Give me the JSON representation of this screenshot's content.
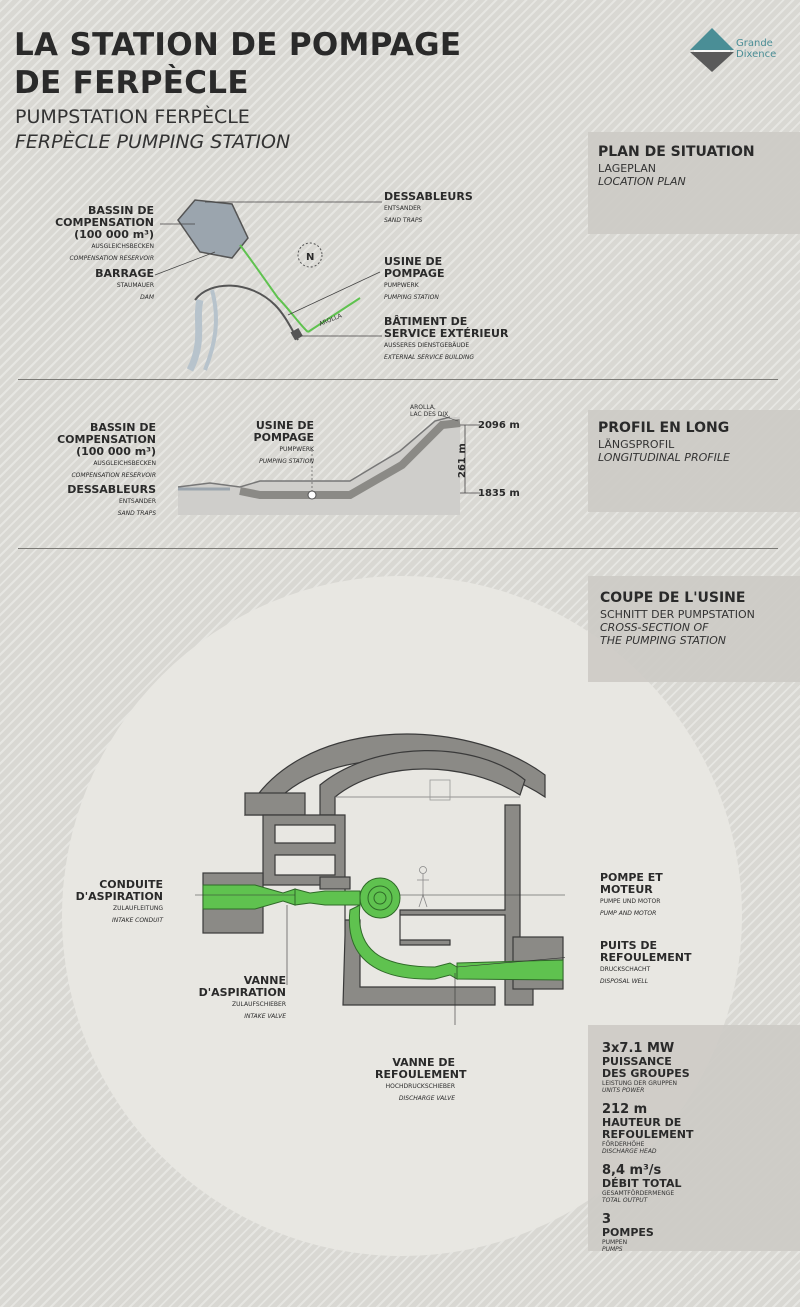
{
  "header": {
    "title_line1": "LA STATION DE POMPAGE",
    "title_line2": "DE FERPÈCLE",
    "subtitle_de": "PUMPSTATION FERPÈCLE",
    "subtitle_en": "FERPÈCLE PUMPING STATION",
    "logo_line1": "Grande",
    "logo_line2": "Dixence"
  },
  "colors": {
    "accent_green": "#5fc24f",
    "wall_gray": "#8b8a86",
    "panel": "#cdcbc5"
  },
  "location_plan": {
    "card_title": "PLAN DE SITUATION",
    "card_de": "LAGEPLAN",
    "card_en": "LOCATION PLAN",
    "compass": "N",
    "road": "AROLLA",
    "labels": {
      "reservoir": {
        "fr1": "BASSIN DE",
        "fr2": "COMPENSATION",
        "fr3": "(100 000 m³)",
        "de": "AUSGLEICHSBECKEN",
        "en": "COMPENSATION RESERVOIR"
      },
      "dam": {
        "fr": "BARRAGE",
        "de": "STAUMAUER",
        "en": "DAM"
      },
      "sand_traps": {
        "fr": "DESSABLEURS",
        "de": "ENTSANDER",
        "en": "SAND TRAPS"
      },
      "pumping_station": {
        "fr1": "USINE DE",
        "fr2": "POMPAGE",
        "de": "PUMPWERK",
        "en": "PUMPING STATION"
      },
      "service_building": {
        "fr1": "BÂTIMENT DE",
        "fr2": "SERVICE EXTÉRIEUR",
        "de": "AUSSERES DIENSTGEBÄUDE",
        "en": "EXTERNAL SERVICE BUILDING"
      }
    }
  },
  "profile": {
    "card_title": "PROFIL EN LONG",
    "card_de": "LÄNGSPROFIL",
    "card_en": "LONGITUDINAL PROFILE",
    "dest1": "AROLLA,",
    "dest2": "LAC DES DIX",
    "top_alt": "2096 m",
    "height": "261 m",
    "bottom_alt": "1835 m",
    "labels": {
      "reservoir": {
        "fr1": "BASSIN DE",
        "fr2": "COMPENSATION",
        "fr3": "(100 000 m³)",
        "de": "AUSGLEICHSBECKEN",
        "en": "COMPENSATION RESERVOIR"
      },
      "pumping_station": {
        "fr1": "USINE DE",
        "fr2": "POMPAGE",
        "de": "PUMPWERK",
        "en": "PUMPING STATION"
      },
      "sand_traps": {
        "fr": "DESSABLEURS",
        "de": "ENTSANDER",
        "en": "SAND TRAPS"
      }
    }
  },
  "cross_section": {
    "card_title": "COUPE DE L'USINE",
    "card_de": "SCHNITT DER PUMPSTATION",
    "card_en1": "CROSS-SECTION OF",
    "card_en2": "THE PUMPING STATION",
    "labels": {
      "intake_conduit": {
        "fr1": "CONDUITE",
        "fr2": "D'ASPIRATION",
        "de": "ZULAUFLEITUNG",
        "en": "INTAKE CONDUIT"
      },
      "intake_valve": {
        "fr1": "VANNE",
        "fr2": "D'ASPIRATION",
        "de": "ZULAUFSCHIEBER",
        "en": "INTAKE VALVE"
      },
      "pump_motor": {
        "fr1": "POMPE ET",
        "fr2": "MOTEUR",
        "de": "PUMPE UND MOTOR",
        "en": "PUMP AND MOTOR"
      },
      "disposal_well": {
        "fr1": "PUITS DE",
        "fr2": "REFOULEMENT",
        "de": "DRUCKSCHACHT",
        "en": "DISPOSAL WELL"
      },
      "discharge_valve": {
        "fr1": "VANNE DE",
        "fr2": "REFOULEMENT",
        "de": "HOCHDRUCKSCHIEBER",
        "en": "DISCHARGE VALVE"
      }
    }
  },
  "stats": [
    {
      "value": "3x7.1 MW",
      "fr1": "PUISSANCE",
      "fr2": "DES GROUPES",
      "de": "LEISTUNG DER GRUPPEN",
      "en": "UNITS POWER"
    },
    {
      "value": "212 m",
      "fr1": "HAUTEUR DE",
      "fr2": "REFOULEMENT",
      "de": "FÖRDERHÖHE",
      "en": "DISCHARGE HEAD"
    },
    {
      "value": "8,4 m³/s",
      "fr1": "DÉBIT TOTAL",
      "fr2": "",
      "de": "GESAMTFÖRDERMENGE",
      "en": "TOTAL OUTPUT"
    },
    {
      "value": "3",
      "fr1": "POMPES",
      "fr2": "",
      "de": "PUMPEN",
      "en": "PUMPS"
    }
  ]
}
